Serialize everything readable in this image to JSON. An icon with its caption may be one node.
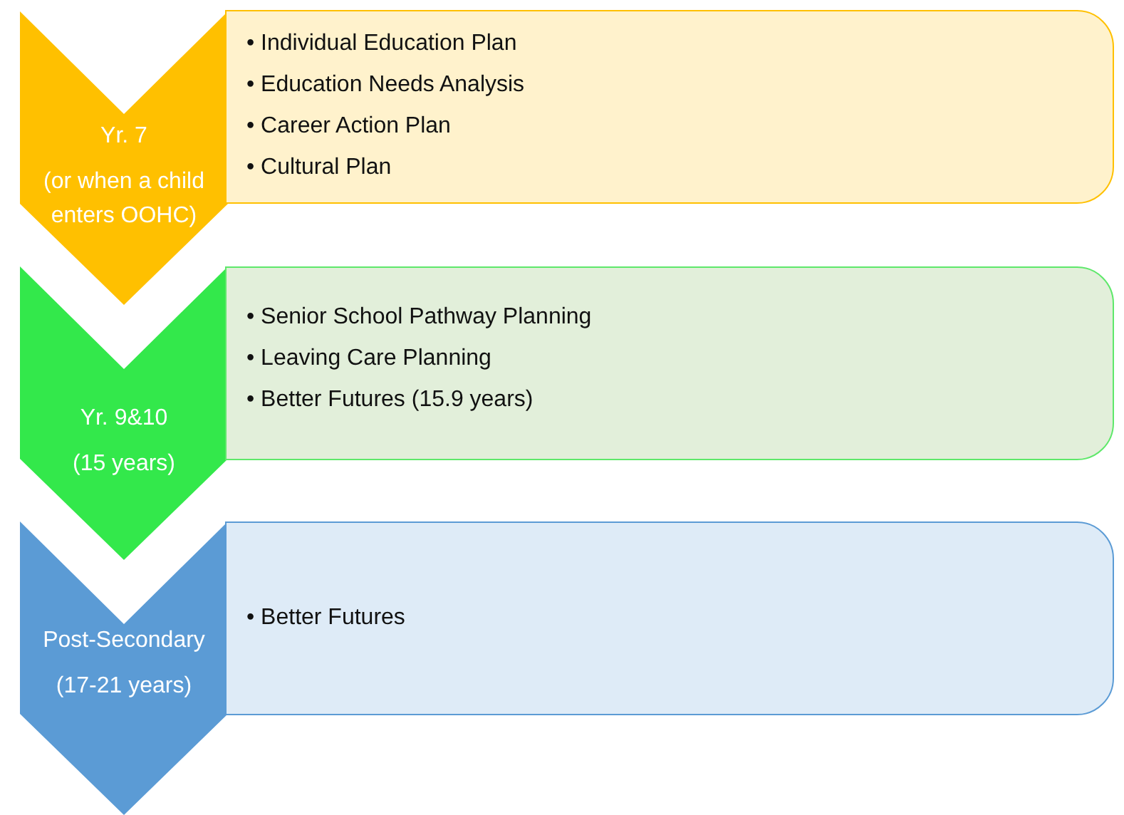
{
  "diagram": {
    "nodes": [
      {
        "text": [
          "Yr. 7",
          "(or when a child enters OOHC)"
        ]
      },
      {
        "text": [
          "• Individual Education Plan",
          "• Education Needs Analysis",
          "• Career Action Plan",
          "• Cultural Plan"
        ]
      },
      {
        "text": [
          "Yr. 9&10",
          "(15 years)"
        ]
      },
      {
        "text": [
          "• Senior School Pathway Planning",
          "• Leaving Care Planning",
          "• Better Futures (15.9 years)"
        ]
      },
      {
        "text": [
          "Post-Secondary",
          "(17-21 years)"
        ]
      },
      {
        "text": [
          "• Better Futures"
        ]
      }
    ]
  }
}
